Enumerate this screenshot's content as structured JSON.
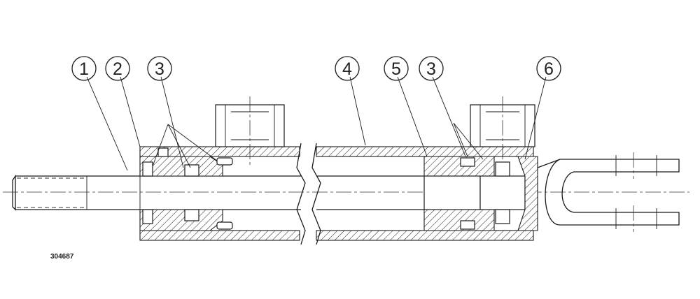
{
  "drawing": {
    "reference_number": "304687",
    "callouts": [
      {
        "label": "1"
      },
      {
        "label": "2"
      },
      {
        "label": "3"
      },
      {
        "label": "4"
      },
      {
        "label": "5"
      },
      {
        "label": "3"
      },
      {
        "label": "6"
      }
    ]
  }
}
